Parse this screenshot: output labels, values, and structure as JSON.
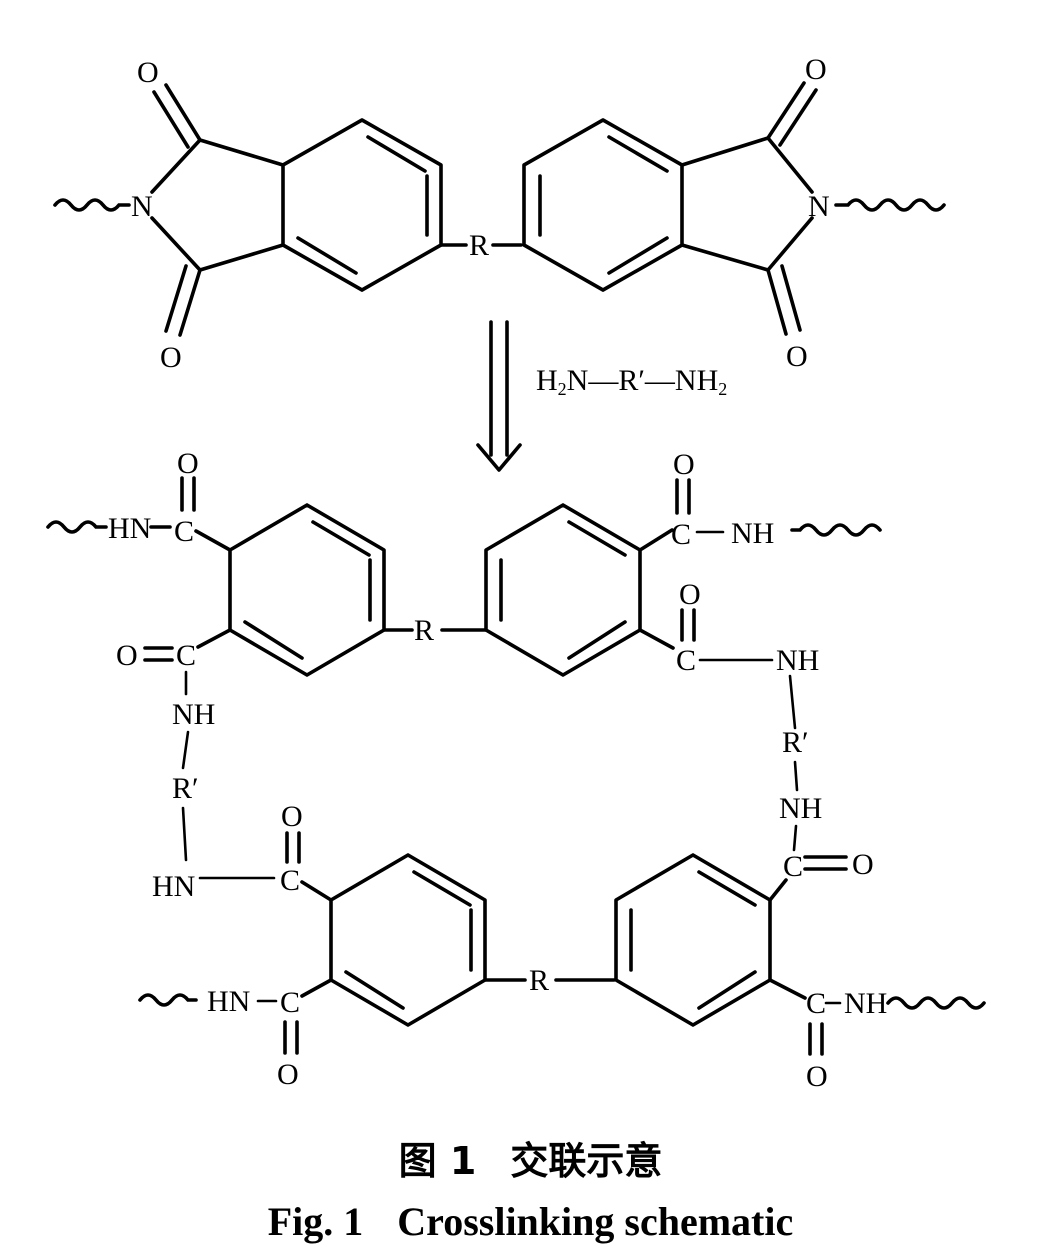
{
  "atoms": {
    "O": "O",
    "N": "N",
    "C": "C",
    "R": "R",
    "R_prime": "R′",
    "NH": "NH",
    "HN": "HN"
  },
  "reagent": {
    "left": "H",
    "left_sub": "2",
    "left_n": "N",
    "middle": "—R′—",
    "right": "NH",
    "right_sub": "2"
  },
  "caption": {
    "zh_number": "图 1",
    "zh_title": "交联示意",
    "en_number": "Fig. 1",
    "en_title": "Crosslinking schematic"
  }
}
